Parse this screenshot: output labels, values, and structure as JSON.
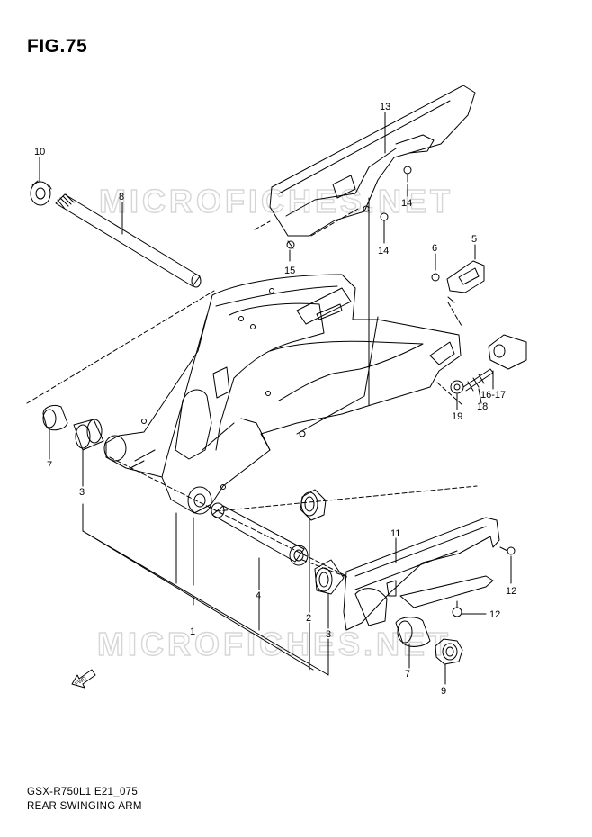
{
  "figure": {
    "title": "FIG.75"
  },
  "watermark": {
    "text": "MICROFICHES.NET"
  },
  "footer": {
    "code": "GSX-R750L1 E21_075",
    "name": "REAR SWINGING ARM"
  },
  "fwd_icon": {
    "label": "FWD"
  },
  "callouts": [
    "13",
    "10",
    "8",
    "14",
    "14",
    "15",
    "6",
    "5",
    "16-17",
    "18",
    "19",
    "7",
    "3",
    "11",
    "12",
    "12",
    "4",
    "2",
    "1",
    "3",
    "7",
    "9"
  ]
}
